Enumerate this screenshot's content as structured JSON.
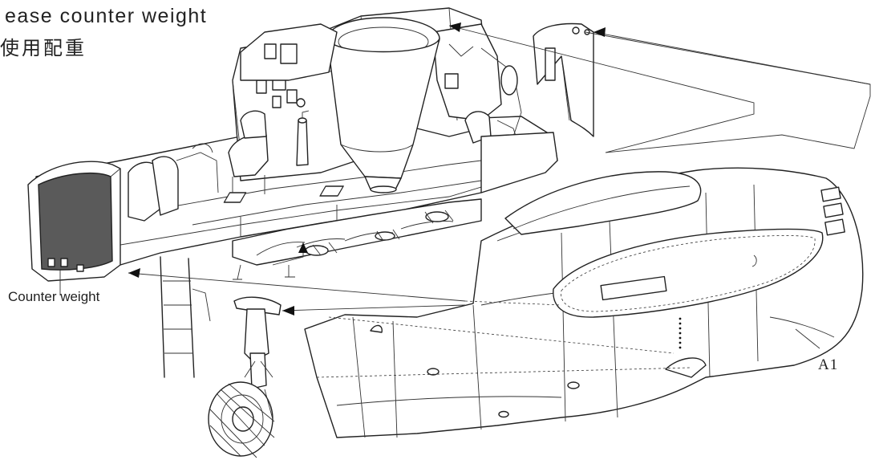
{
  "instruction": {
    "english": "ease counter weight",
    "chinese": "使用配重"
  },
  "labels": {
    "counter_weight": "Counter weight",
    "part_a1": "A1"
  }
}
